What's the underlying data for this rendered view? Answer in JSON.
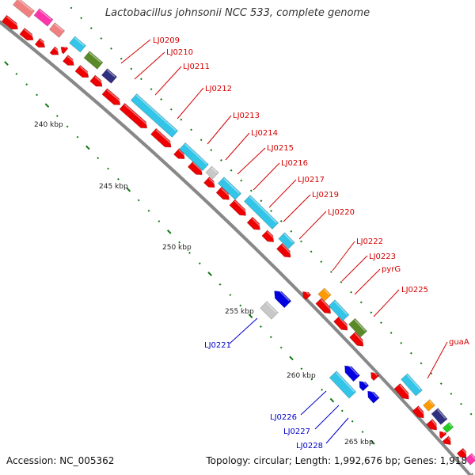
{
  "title": "Lactobacillus johnsonii NCC 533, complete genome",
  "footer": {
    "accession": "Accession: NC_005362",
    "topology": "Topology: circular; Length: 1,992,676 bp; Genes: 1,918"
  },
  "scale_labels": [
    "240 kbp",
    "245 kbp",
    "250 kbp",
    "255 kbp",
    "260 kbp",
    "265 kbp"
  ],
  "gene_labels_forward": [
    "LJ0209",
    "LJ0210",
    "LJ0211",
    "LJ0212",
    "LJ0213",
    "LJ0214",
    "LJ0215",
    "LJ0216",
    "LJ0217",
    "LJ0219",
    "LJ0220",
    "LJ0222",
    "LJ0223",
    "pyrG",
    "LJ0225",
    "guaA"
  ],
  "gene_labels_reverse": [
    "LJ0221",
    "LJ0226",
    "LJ0227",
    "LJ0228"
  ],
  "colors": {
    "forward_label": "#d40000",
    "reverse_label": "#0000c8",
    "cds_red": "#ee0000",
    "cyan": "#33c5e8",
    "olive": "#5a8a28",
    "blue": "#0000e0",
    "gray": "#c8c8c8",
    "orange": "#ff9900",
    "pink": "#ff33aa",
    "salmon": "#f08080",
    "navy": "#303080",
    "green": "#22cc22",
    "tick": "#117711"
  }
}
